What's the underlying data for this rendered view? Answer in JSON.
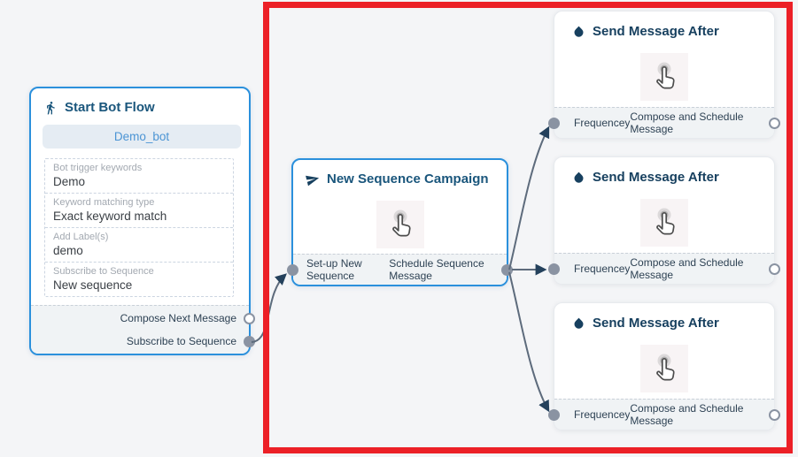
{
  "colors": {
    "canvas_bg": "#f4f5f7",
    "node_border_blue": "#2b90dc",
    "highlight_red": "#ec2027",
    "port_gray": "#8a93a2",
    "edge_gray": "#5d6b7c",
    "arrow_navy": "#24415c",
    "title_blue": "#1a567c",
    "bot_button_bg": "#e5ecf3",
    "bot_button_text": "#4b94d4"
  },
  "nodes": {
    "start_bot_flow": {
      "title": "Start Bot Flow",
      "icon": "walking-person-icon",
      "bot_name": "Demo_bot",
      "fields": [
        {
          "label": "Bot trigger keywords",
          "value": "Demo"
        },
        {
          "label": "Keyword matching type",
          "value": "Exact keyword match"
        },
        {
          "label": "Add Label(s)",
          "value": "demo"
        },
        {
          "label": "Subscribe to Sequence",
          "value": "New sequence"
        }
      ],
      "outputs": [
        {
          "label": "Compose Next Message",
          "connected": false
        },
        {
          "label": "Subscribe to Sequence",
          "connected": true
        }
      ]
    },
    "new_sequence_campaign": {
      "title": "New Sequence Campaign",
      "icon": "send-icon",
      "input_label": "Set-up New Sequence",
      "output_label": "Schedule Sequence Message"
    },
    "send_message_after": [
      {
        "title": "Send Message After",
        "icon": "water-drop-icon",
        "input_label": "Frequencey",
        "output_label": "Compose and Schedule Message"
      },
      {
        "title": "Send Message After",
        "icon": "water-drop-icon",
        "input_label": "Frequencey",
        "output_label": "Compose and Schedule Message"
      },
      {
        "title": "Send Message After",
        "icon": "water-drop-icon",
        "input_label": "Frequencey",
        "output_label": "Compose and Schedule Message"
      }
    ]
  }
}
